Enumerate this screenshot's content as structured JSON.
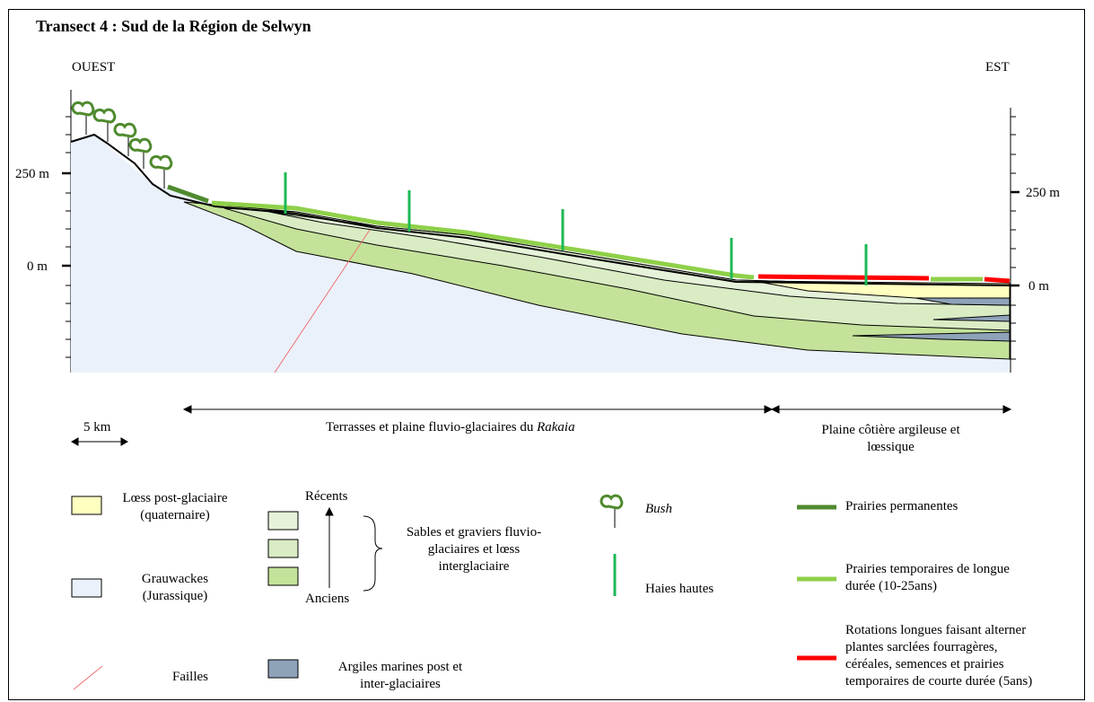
{
  "title": "Transect 4 : Sud de la Région de Selwyn",
  "orientation": {
    "west": "OUEST",
    "east": "EST"
  },
  "elevation_labels": {
    "left_250": "250 m",
    "left_0": "0 m",
    "right_250": "250 m",
    "right_0": "0 m"
  },
  "scale_bar": "5 km",
  "zones": [
    {
      "text_before": "Terrasses et plaine fluvio-glaciaires du ",
      "text_italic": "Rakaia"
    },
    {
      "line1": "Plaine côtière argileuse et",
      "line2": "lœssique"
    }
  ],
  "legend": {
    "loess": {
      "line1": "Lœss post-glaciaire",
      "line2": "(quaternaire)",
      "color": "#ffffc0"
    },
    "grauwackes": {
      "line1": "Grauwackes",
      "line2": "(Jurassique)",
      "color": "#eaf1fa"
    },
    "failles": {
      "label": "Failles",
      "color": "#f07070"
    },
    "argiles": {
      "line1": "Argiles marines post et",
      "line2": "inter-glaciaires",
      "color": "#8ea2b8"
    },
    "sables": {
      "recents": "Récents",
      "anciens": "Anciens",
      "line1": "Sables et graviers fluvio-",
      "line2": "glaciaires et lœss",
      "line3": "interglaciaire",
      "colors": [
        "#e6f2d9",
        "#d9ecc4",
        "#c4e29a"
      ]
    },
    "bush": {
      "label": "Bush"
    },
    "haies": {
      "label": "Haies hautes",
      "color": "#1db954"
    },
    "prairies_permanentes": {
      "label": "Prairies permanentes",
      "color": "#4f8a2e"
    },
    "prairies_temporaires": {
      "line1": "Prairies temporaires de longue",
      "line2": "durée (10-25ans)",
      "color": "#8fd04a"
    },
    "rotations": {
      "line1": "Rotations longues faisant alterner",
      "line2": "plantes sarclées fourragères,",
      "line3": "céréales, semences et prairies",
      "line4": "temporaires de courte durée (5ans)",
      "color": "#ff0000"
    }
  }
}
